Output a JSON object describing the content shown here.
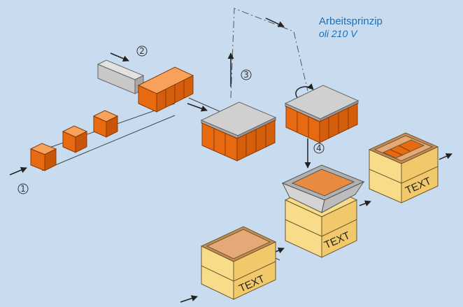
{
  "title": {
    "main": "Arbeitsprinzip",
    "sub": "oli 210 V"
  },
  "steps": [
    "1",
    "2",
    "3",
    "4"
  ],
  "box_labels": {
    "box_left": "TEXT",
    "box_center": "TEXT",
    "box_right": "TEXT"
  },
  "colors": {
    "background": "#c9dcef",
    "product_orange": "#e86a10",
    "carton_yellow": "#f9dc8a",
    "plate_grey": "#c8c8c8",
    "title_blue": "#1d6fb8"
  }
}
